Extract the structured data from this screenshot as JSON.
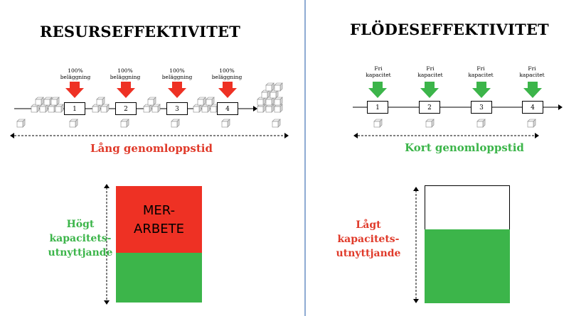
{
  "left": {
    "title": "RESURSEFFEKTIVITET",
    "arrow_label_line1": "100%",
    "arrow_label_line2": "beläggning",
    "stations": [
      "1",
      "2",
      "3",
      "4"
    ],
    "timeline_label": "Lång genomloppstid",
    "capacity_label": [
      "Högt",
      "kapacitets-",
      "utnyttjande"
    ],
    "bar_overlay_label": [
      "MER-",
      "ARBETE"
    ],
    "capacity_used_fraction": 1.0,
    "extra_work_fraction": 0.57
  },
  "right": {
    "title": "FLÖDESEFFEKTIVITET",
    "arrow_label_line1": "Fri",
    "arrow_label_line2": "kapacitet",
    "stations": [
      "1",
      "2",
      "3",
      "4"
    ],
    "timeline_label": "Kort genomloppstid",
    "capacity_label": [
      "Lågt",
      "kapacitets-",
      "utnyttjande"
    ],
    "capacity_used_fraction": 0.62
  },
  "colors": {
    "red": "#ee3124",
    "green": "#3cb54a",
    "divider": "#8eabd2",
    "red_text": "#e03a2a",
    "green_text": "#3cb54a"
  },
  "icons": {
    "down_arrow_red": "red-down-arrow-icon",
    "down_arrow_green": "green-down-arrow-icon",
    "cube": "cube-icon"
  }
}
